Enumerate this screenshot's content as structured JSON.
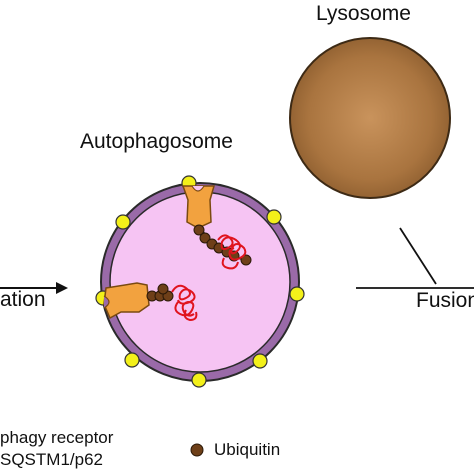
{
  "labels": {
    "lysosome": "Lysosome",
    "autophagosome": "Autophagosome",
    "left_process": "ation",
    "right_process": "Fusion"
  },
  "legend": {
    "receptor_line1": "phagy receptor",
    "receptor_line2": "SQSTM1/p62",
    "ubiquitin": "Ubiquitin"
  },
  "colors": {
    "lysosome_fill": "#b07a45",
    "lysosome_edge": "#3d2a15",
    "lumen": "#f6c4f3",
    "membrane": "#9a6aa8",
    "membrane_dots": "#f3f01a",
    "receptor": "#f2a23f",
    "ubiquitin": "#6e3f18",
    "cargo": "#e0141e"
  },
  "icons": {
    "arrow": "arrow-right-icon",
    "ubiquitin": "ubiquitin-bead-icon"
  }
}
